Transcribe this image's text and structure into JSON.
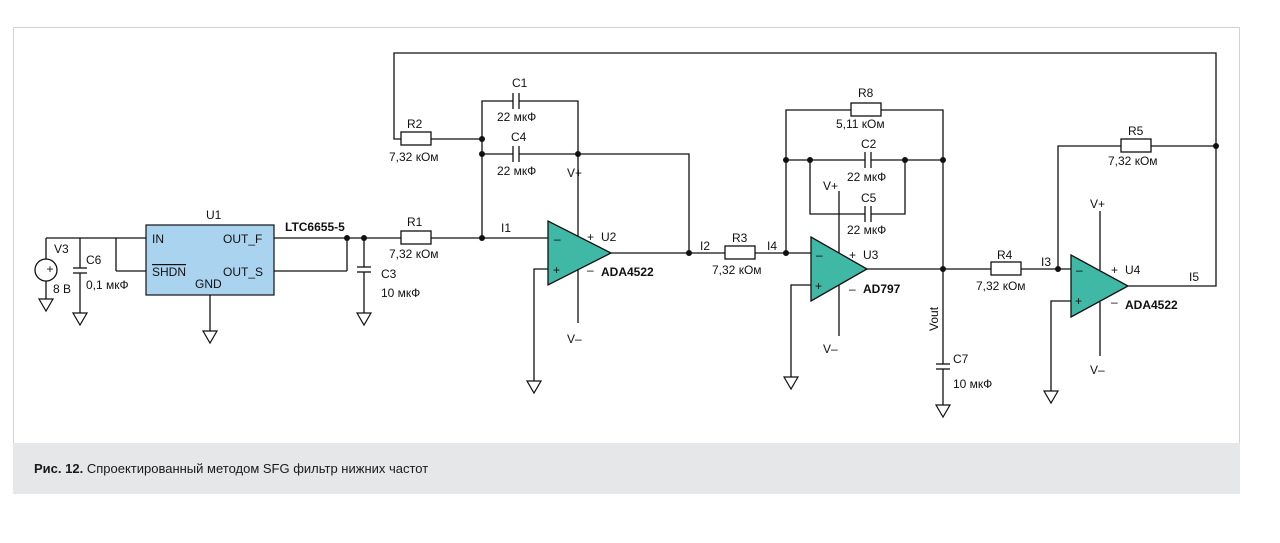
{
  "caption": {
    "prefix": "Рис. 12.",
    "text": "Спроектированный методом SFG фильтр нижних частот"
  },
  "schematic": {
    "source": {
      "ref": "V3",
      "value": "8 В",
      "plus": "+"
    },
    "c6": {
      "ref": "C6",
      "value": "0,1 мкФ"
    },
    "u1": {
      "ref": "U1",
      "part": "LTC6655-5",
      "pin_in": "IN",
      "pin_shdn": "SHDN",
      "pin_gnd": "GND",
      "pin_outf": "OUT_F",
      "pin_outs": "OUT_S"
    },
    "c3": {
      "ref": "C3",
      "value": "10 мкФ"
    },
    "r1": {
      "ref": "R1",
      "value": "7,32 кОм"
    },
    "r2": {
      "ref": "R2",
      "value": "7,32 кОм"
    },
    "c1": {
      "ref": "C1",
      "value": "22 мкФ"
    },
    "c4": {
      "ref": "C4",
      "value": "22 мкФ"
    },
    "u2": {
      "ref": "U2",
      "part": "ADA4522"
    },
    "r3": {
      "ref": "R3",
      "value": "7,32 кОм"
    },
    "r8": {
      "ref": "R8",
      "value": "5,11 кОм"
    },
    "c2": {
      "ref": "C2",
      "value": "22 мкФ"
    },
    "c5": {
      "ref": "C5",
      "value": "22 мкФ"
    },
    "u3": {
      "ref": "U3",
      "part": "AD797"
    },
    "c7": {
      "ref": "C7",
      "value": "10 мкФ"
    },
    "vout": "Vout",
    "r4": {
      "ref": "R4",
      "value": "7,32 кОм"
    },
    "r5": {
      "ref": "R5",
      "value": "7,32 кОм"
    },
    "u4": {
      "ref": "U4",
      "part": "ADA4522"
    },
    "nodes": {
      "i1": "I1",
      "i2": "I2",
      "i3": "I3",
      "i4": "I4",
      "i5": "I5"
    },
    "supply": {
      "vplus": "V+",
      "vminus": "V–",
      "plus": "+",
      "minus": "–"
    }
  }
}
